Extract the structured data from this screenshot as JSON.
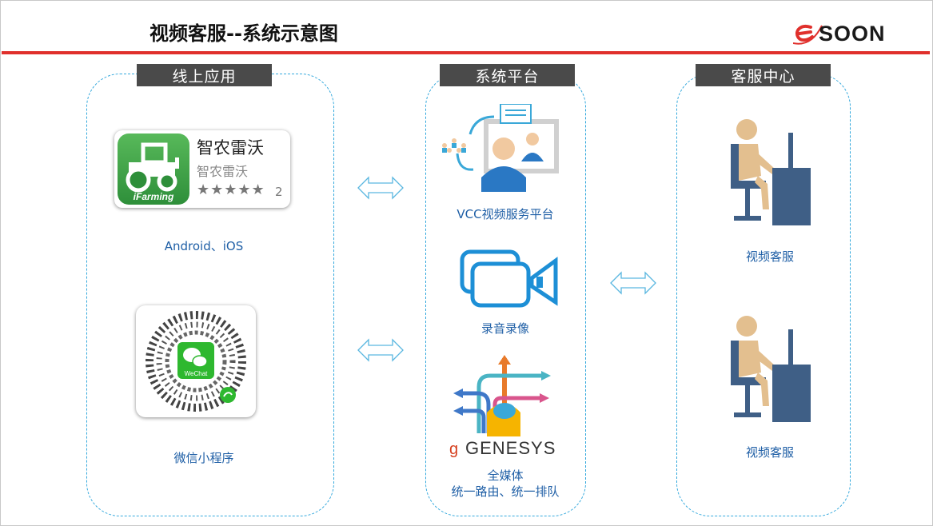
{
  "header": {
    "title": "视频客服--系统示意图",
    "logo_text": "SOON",
    "brand_color": "#e0302c"
  },
  "panels": {
    "online": {
      "label": "线上应用"
    },
    "platform": {
      "label": "系统平台"
    },
    "service": {
      "label": "客服中心"
    }
  },
  "app_card": {
    "name": "智农雷沃",
    "subtitle": "智农雷沃",
    "stars": "★★★★★",
    "rating_count": "2",
    "icon_text": "iFarming"
  },
  "qr": {
    "badge_text": "WeChat"
  },
  "captions": {
    "android_ios": "Android、iOS",
    "miniprogram": "微信小程序",
    "vcc": "VCC视频服务平台",
    "recording": "录音录像",
    "genesys_logo": "GENESYS",
    "omnimedia_line1": "全媒体",
    "omnimedia_line2": "统一路由、统一排队",
    "agent1": "视频客服",
    "agent2": "视频客服"
  },
  "colors": {
    "accent_blue": "#35a9dd",
    "caption_blue": "#1f5fa6",
    "agent_skin": "#e3bf8f",
    "agent_navy": "#3f5f86"
  }
}
